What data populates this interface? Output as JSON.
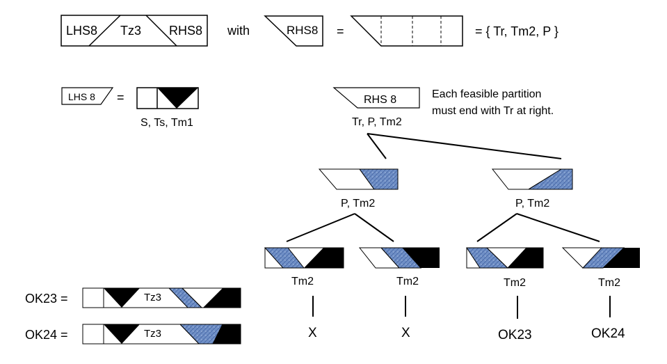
{
  "top": {
    "lhs_label": "LHS8",
    "mid_label": "Tz3",
    "rhs_label": "RHS8",
    "with_text": "with",
    "rhs_def_label": "RHS8",
    "equals": "=",
    "set_text": "= { Tr, Tm2, P }"
  },
  "lhs_def": {
    "label": "LHS 8",
    "equals": "=",
    "caption": "S, Ts, Tm1"
  },
  "rhs_tree": {
    "root_label": "RHS 8",
    "root_caption": "Tr, P, Tm2",
    "note_line1": "Each feasible  partition",
    "note_line2": "must end with Tr at right.",
    "level1": [
      {
        "caption": "P, Tm2"
      },
      {
        "caption": "P, Tm2"
      }
    ],
    "level2": [
      {
        "caption": "Tm2",
        "result": "X"
      },
      {
        "caption": "Tm2",
        "result": "X"
      },
      {
        "caption": "Tm2",
        "result": "OK23"
      },
      {
        "caption": "Tm2",
        "result": "OK24"
      }
    ]
  },
  "results": [
    {
      "label": "OK23 =",
      "inner": "Tz3"
    },
    {
      "label": "OK24 =",
      "inner": "Tz3"
    }
  ],
  "colors": {
    "fill_blue": "#6f8fc6",
    "fill_black": "#000000",
    "stroke": "#000000"
  }
}
